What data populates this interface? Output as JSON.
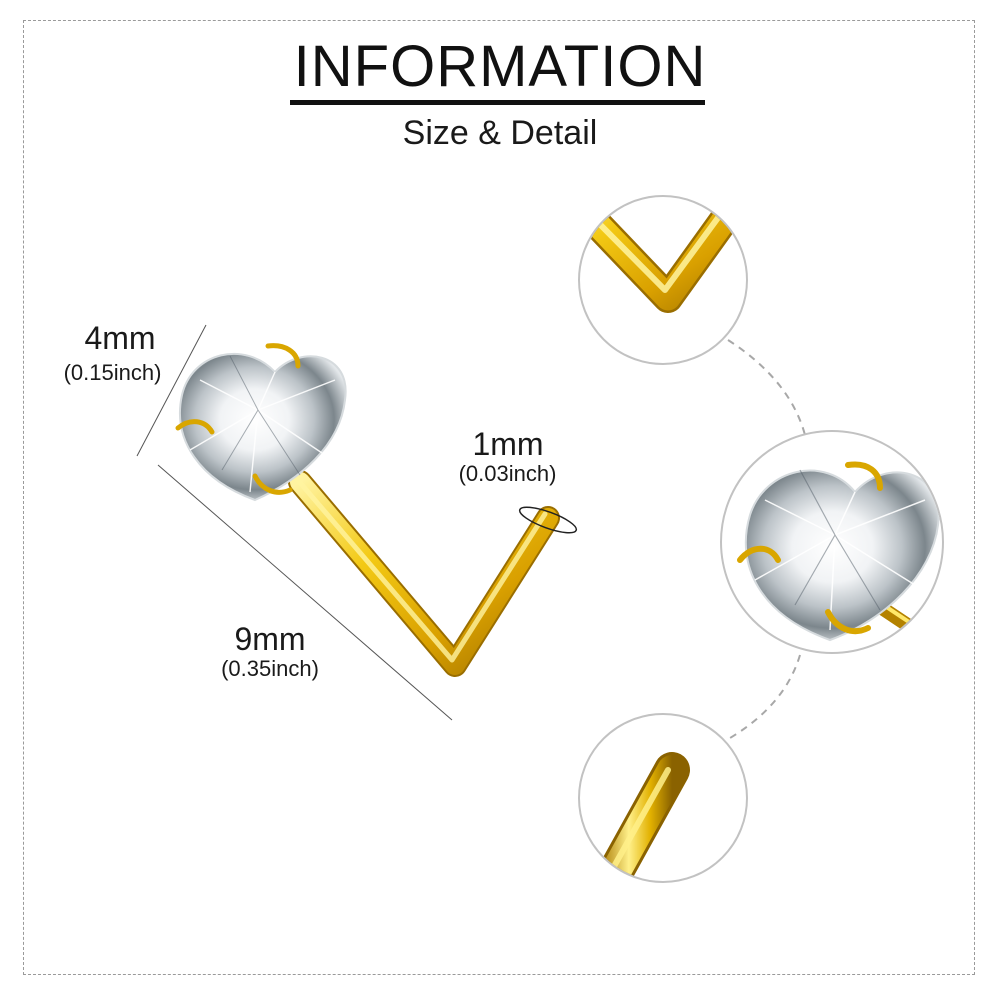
{
  "header": {
    "title": "INFORMATION",
    "subtitle": "Size & Detail"
  },
  "dimensions": {
    "stone_width": {
      "metric": "4mm",
      "imperial": "(0.15inch)"
    },
    "post_gauge": {
      "metric": "1mm",
      "imperial": "(0.03inch)"
    },
    "post_length": {
      "metric": "9mm",
      "imperial": "(0.35inch)"
    }
  },
  "colors": {
    "gold": "#e2b100",
    "gold_light": "#ffe86a",
    "gold_dark": "#a87800",
    "dashed_line": "#a8a8a8",
    "circle_border": "#c2c2c2"
  },
  "icons": {
    "product": "l-shape-nose-stud-heart-icon",
    "detail_bend": "l-bend-detail-icon",
    "detail_stone": "heart-gem-detail-icon",
    "detail_tip": "rounded-tip-detail-icon"
  }
}
